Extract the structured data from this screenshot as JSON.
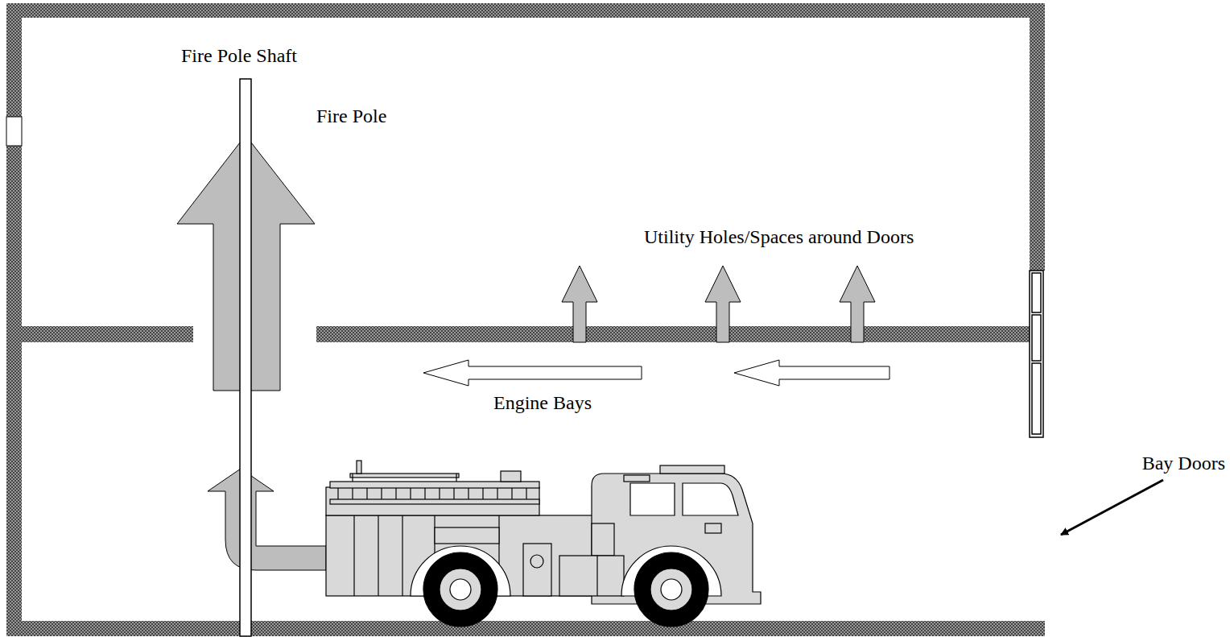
{
  "diagram": {
    "labels": [
      "Fire Pole Shaft",
      "Fire Pole",
      "Utility Holes/Spaces around Doors",
      "Engine Bays",
      "Bay Doors"
    ]
  }
}
